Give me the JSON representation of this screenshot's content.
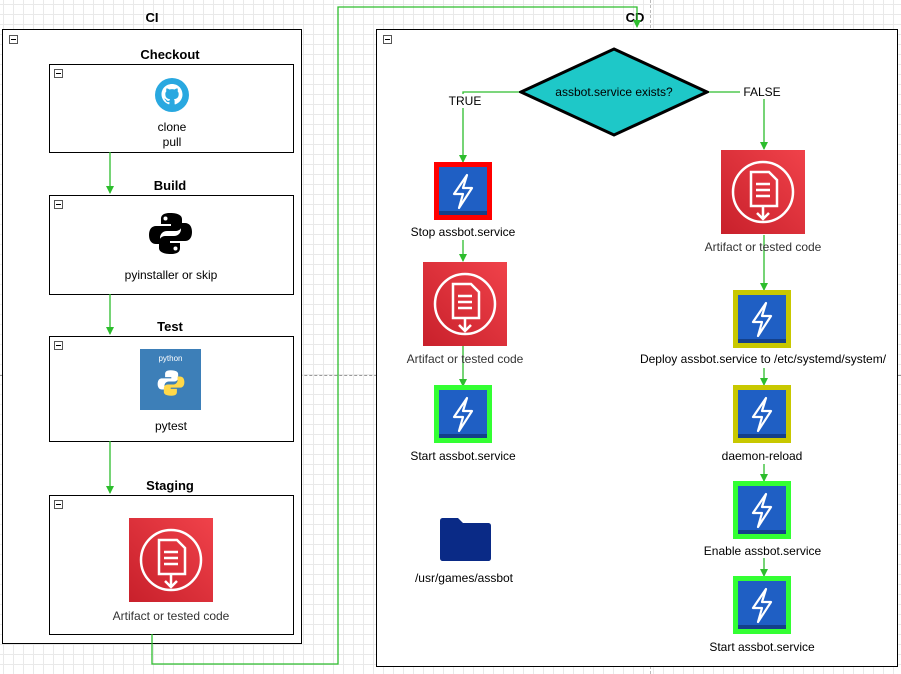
{
  "ci": {
    "title": "CI",
    "checkout": {
      "title": "Checkout",
      "line1": "clone",
      "line2": "pull",
      "icon": "github-icon"
    },
    "build": {
      "title": "Build",
      "label": "pyinstaller or skip",
      "icon": "python-icon"
    },
    "test": {
      "title": "Test",
      "label": "pytest",
      "icon": "python-package-icon",
      "badge": "python"
    },
    "staging": {
      "title": "Staging",
      "label": "Artifact or tested code",
      "icon": "artifact-icon"
    }
  },
  "cd": {
    "title": "CD",
    "decision": "assbot.service exists?",
    "true_label": "TRUE",
    "false_label": "FALSE",
    "true_branch": {
      "stop": "Stop assbot.service",
      "artifact": "Artifact or tested code",
      "start": "Start assbot.service",
      "folder": "/usr/games/assbot"
    },
    "false_branch": {
      "artifact": "Artifact or tested code",
      "deploy": "Deploy assbot.service to /etc/systemd/system/",
      "reload": "daemon-reload",
      "enable": "Enable assbot.service",
      "start": "Start assbot.service"
    }
  },
  "colors": {
    "edge": "#2dbd2d",
    "diamond": "#1ec8c8",
    "artifact_red": "#e0353b",
    "service_blue": "#1f5fc4",
    "border_red": "#ff0000",
    "border_green": "#33ff33",
    "border_olive": "#c8c800",
    "folder_navy": "#0a2a86"
  }
}
